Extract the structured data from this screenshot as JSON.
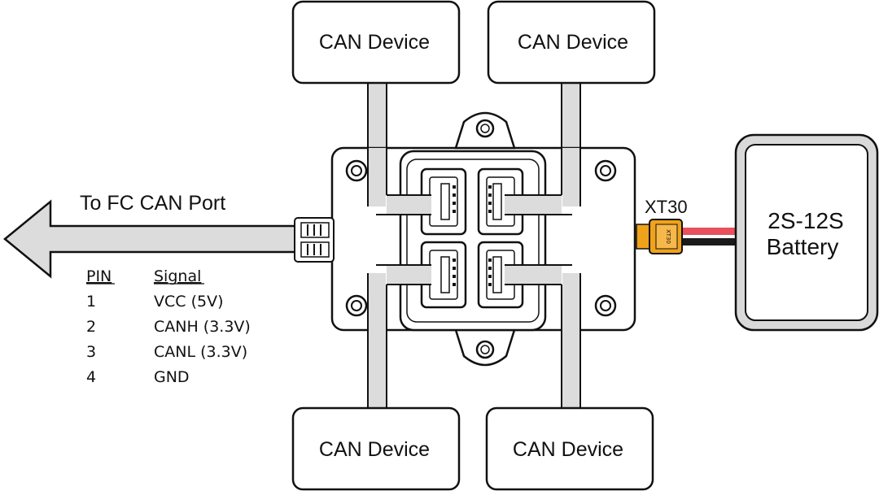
{
  "devices": [
    {
      "label": "CAN Device"
    },
    {
      "label": "CAN Device"
    },
    {
      "label": "CAN Device"
    },
    {
      "label": "CAN Device"
    }
  ],
  "fc_port_label": "To FC CAN Port",
  "xt30_label": "XT30",
  "xt30_connector_text": "XT30",
  "battery": {
    "line1": "2S-12S",
    "line2": "Battery"
  },
  "pin_table": {
    "header_pin": "PIN",
    "header_signal": "Signal",
    "rows": [
      {
        "pin": "1",
        "signal": "VCC (5V)"
      },
      {
        "pin": "2",
        "signal": "CANH (3.3V)"
      },
      {
        "pin": "3",
        "signal": "CANL (3.3V)"
      },
      {
        "pin": "4",
        "signal": "GND"
      }
    ]
  },
  "colors": {
    "outline": "#111111",
    "cable_fill": "#dcdcdc",
    "battery_fill": "#d9d9d9",
    "xt30": "#f0a21a",
    "wire_red": "#e8505b",
    "wire_black": "#1a1a1a"
  }
}
